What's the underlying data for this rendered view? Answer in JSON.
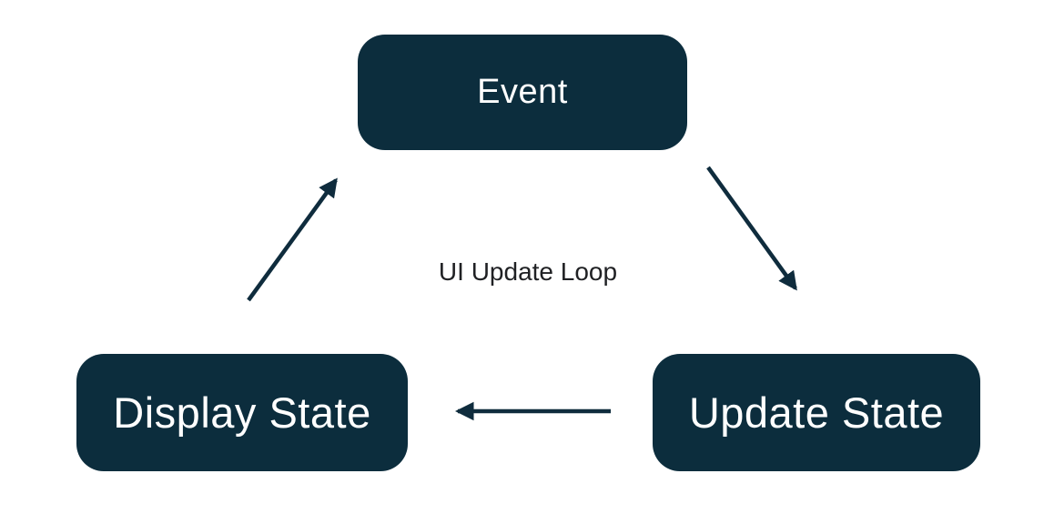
{
  "diagram": {
    "title": "UI Update Loop",
    "nodes": [
      {
        "id": "event",
        "label": "Event"
      },
      {
        "id": "update-state",
        "label": "Update State"
      },
      {
        "id": "display-state",
        "label": "Display State"
      }
    ],
    "edges": [
      {
        "from": "event",
        "to": "update-state"
      },
      {
        "from": "update-state",
        "to": "display-state"
      },
      {
        "from": "display-state",
        "to": "event"
      }
    ],
    "colors": {
      "node_fill": "#0c2d3d",
      "node_text": "#ffffff",
      "arrow": "#0f2c3d",
      "title_text": "#202124",
      "background": "#ffffff"
    }
  }
}
